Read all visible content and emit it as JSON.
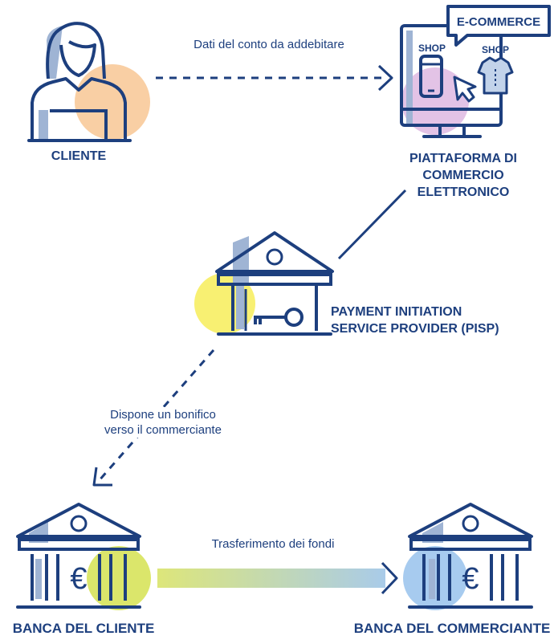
{
  "colors": {
    "navy": "#1d3f7e",
    "orange": "#f9cfa4",
    "purple": "#e3c3e6",
    "yellow": "#f8f072",
    "lime": "#dbe66b",
    "blue": "#a7cbef",
    "steel": "#9fb4d4"
  },
  "nodes": {
    "cliente": {
      "label": "CLIENTE"
    },
    "piattaforma": {
      "label_lines": [
        "PIATTAFORMA DI",
        "COMMERCIO",
        "ELETTRONICO"
      ],
      "badge": "E-COMMERCE",
      "shop_left": "SHOP",
      "shop_right": "SHOP"
    },
    "pisp": {
      "label_lines": [
        "PAYMENT INITIATION",
        "SERVICE PROVIDER (PISP)"
      ]
    },
    "banca_cliente": {
      "label": "BANCA DEL CLIENTE",
      "symbol": "€"
    },
    "banca_commerciante": {
      "label": "BANCA DEL COMMERCIANTE",
      "symbol": "€"
    }
  },
  "edges": {
    "dati": "Dati del conto da addebitare",
    "bonifico_lines": [
      "Dispone un bonifico",
      "verso il commerciante"
    ],
    "trasferimento": "Trasferimento dei fondi"
  }
}
